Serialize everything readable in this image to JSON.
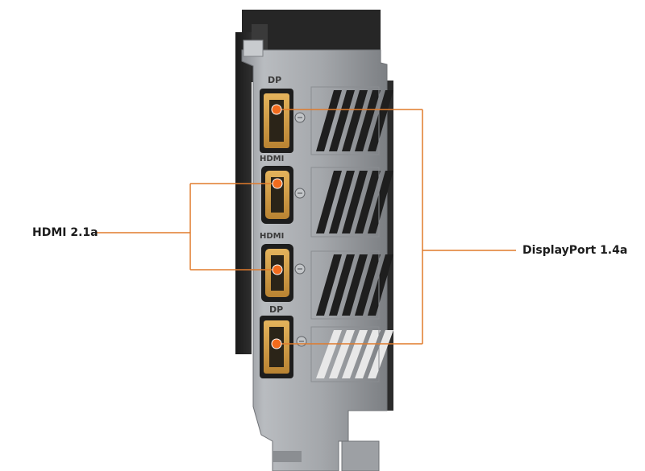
{
  "callouts": {
    "hdmi": {
      "label": "HDMI 2.1a",
      "ports": 2
    },
    "displayport": {
      "label": "DisplayPort 1.4a",
      "ports": 2
    }
  },
  "bracket_markings": {
    "dp_top": "DP",
    "hdmi_top": "HDMI",
    "hdmi_bottom": "HDMI",
    "dp_bottom": "DP"
  },
  "colors": {
    "callout_line": "#e07b2c",
    "callout_dot": "#f26b1d",
    "bracket_metal": "#a9acb0",
    "card_shroud": "#242424",
    "port_gold": "#d6a04a"
  }
}
